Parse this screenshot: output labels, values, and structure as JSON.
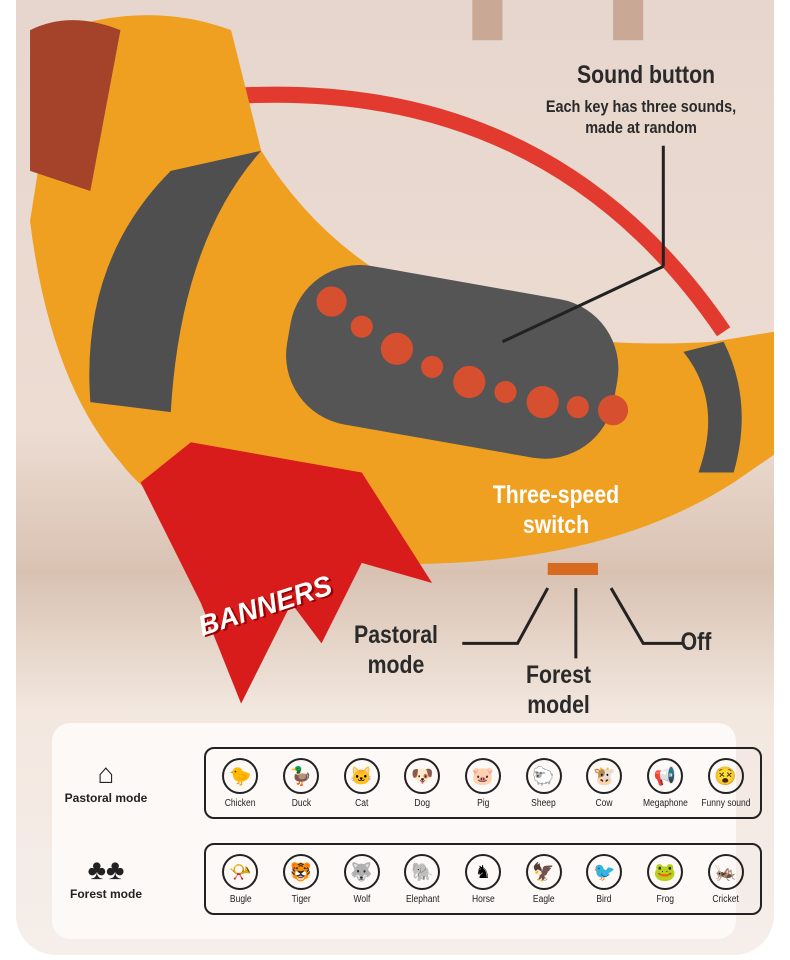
{
  "callouts": {
    "sound_button_title": "Sound button",
    "sound_button_desc_1": "Each key has three sounds,",
    "sound_button_desc_2": "made at random",
    "switch_title_1": "Three-speed",
    "switch_title_2": "switch",
    "pastoral_1": "Pastoral",
    "pastoral_2": "mode",
    "forest_1": "Forest",
    "forest_2": "model",
    "off": "Off"
  },
  "brand": "BANNERS",
  "legend": {
    "pastoral": {
      "label": "Pastoral mode",
      "icon": "house-icon",
      "items": [
        {
          "name": "Chicken",
          "glyph": "🐤"
        },
        {
          "name": "Duck",
          "glyph": "🦆"
        },
        {
          "name": "Cat",
          "glyph": "🐱"
        },
        {
          "name": "Dog",
          "glyph": "🐶"
        },
        {
          "name": "Pig",
          "glyph": "🐷"
        },
        {
          "name": "Sheep",
          "glyph": "🐑"
        },
        {
          "name": "Cow",
          "glyph": "🐮"
        },
        {
          "name": "Megaphone",
          "glyph": "📢"
        },
        {
          "name": "Funny sound",
          "glyph": "😵"
        }
      ]
    },
    "forest": {
      "label": "Forest mode",
      "icon": "trees-icon",
      "items": [
        {
          "name": "Bugle",
          "glyph": "📯"
        },
        {
          "name": "Tiger",
          "glyph": "🐯"
        },
        {
          "name": "Wolf",
          "glyph": "🐺"
        },
        {
          "name": "Elephant",
          "glyph": "🐘"
        },
        {
          "name": "Horse",
          "glyph": "♞"
        },
        {
          "name": "Eagle",
          "glyph": "🦅"
        },
        {
          "name": "Bird",
          "glyph": "🐦"
        },
        {
          "name": "Frog",
          "glyph": "🐸"
        },
        {
          "name": "Cricket",
          "glyph": "🦗"
        }
      ]
    }
  },
  "colors": {
    "horn": "#f0a020",
    "handle": "#e02020",
    "panel": "#4a4a4a",
    "button": "#d65030",
    "flag": "#d81c1c"
  }
}
